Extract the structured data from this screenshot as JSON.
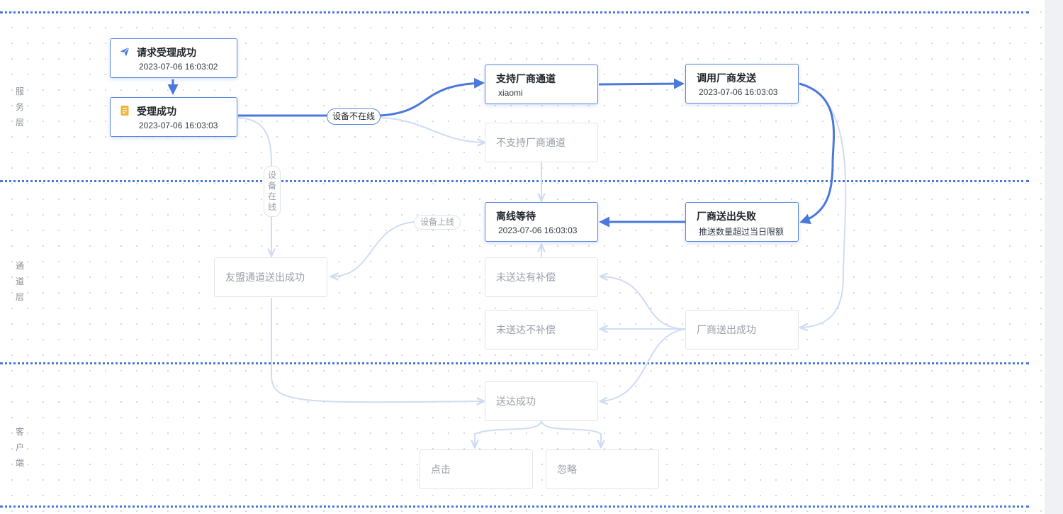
{
  "lanes": {
    "service": [
      "服",
      "务",
      "层"
    ],
    "channel": [
      "通",
      "道",
      "层"
    ],
    "client": [
      "客",
      "户",
      "端"
    ]
  },
  "nodes": {
    "request_accepted": {
      "title": "请求受理成功",
      "time": "2023-07-06 16:03:02",
      "icon": "paper-plane-icon"
    },
    "accepted": {
      "title": "受理成功",
      "time": "2023-07-06 16:03:03",
      "icon": "document-icon"
    },
    "vendor_supported": {
      "title": "支持厂商通道",
      "detail": "xiaomi"
    },
    "call_vendor_send": {
      "title": "调用厂商发送",
      "time": "2023-07-06 16:03:03"
    },
    "vendor_unsupported": {
      "title": "不支持厂商通道"
    },
    "offline_wait": {
      "title": "离线等待",
      "time": "2023-07-06 16:03:03"
    },
    "vendor_send_failed": {
      "title": "厂商送出失败",
      "detail": "推送数量超过当日限额"
    },
    "umeng_send_success": {
      "title": "友盟通道送出成功"
    },
    "undelivered_compensated": {
      "title": "未送达有补偿"
    },
    "undelivered_not_compensated": {
      "title": "未送达不补偿"
    },
    "vendor_send_success": {
      "title": "厂商送出成功"
    },
    "delivered": {
      "title": "送达成功"
    },
    "click": {
      "title": "点击"
    },
    "ignore": {
      "title": "忽略"
    }
  },
  "edge_labels": {
    "device_offline": "设备不在线",
    "device_online_up": "设备上线",
    "device_online_vertical": [
      "设",
      "备",
      "在",
      "线"
    ]
  },
  "colors": {
    "active_edge": "#4a78dc",
    "inactive_edge": "#cfdcf4",
    "lane_separator": "#4a78dc",
    "grid_dot": "#d3d7de"
  }
}
